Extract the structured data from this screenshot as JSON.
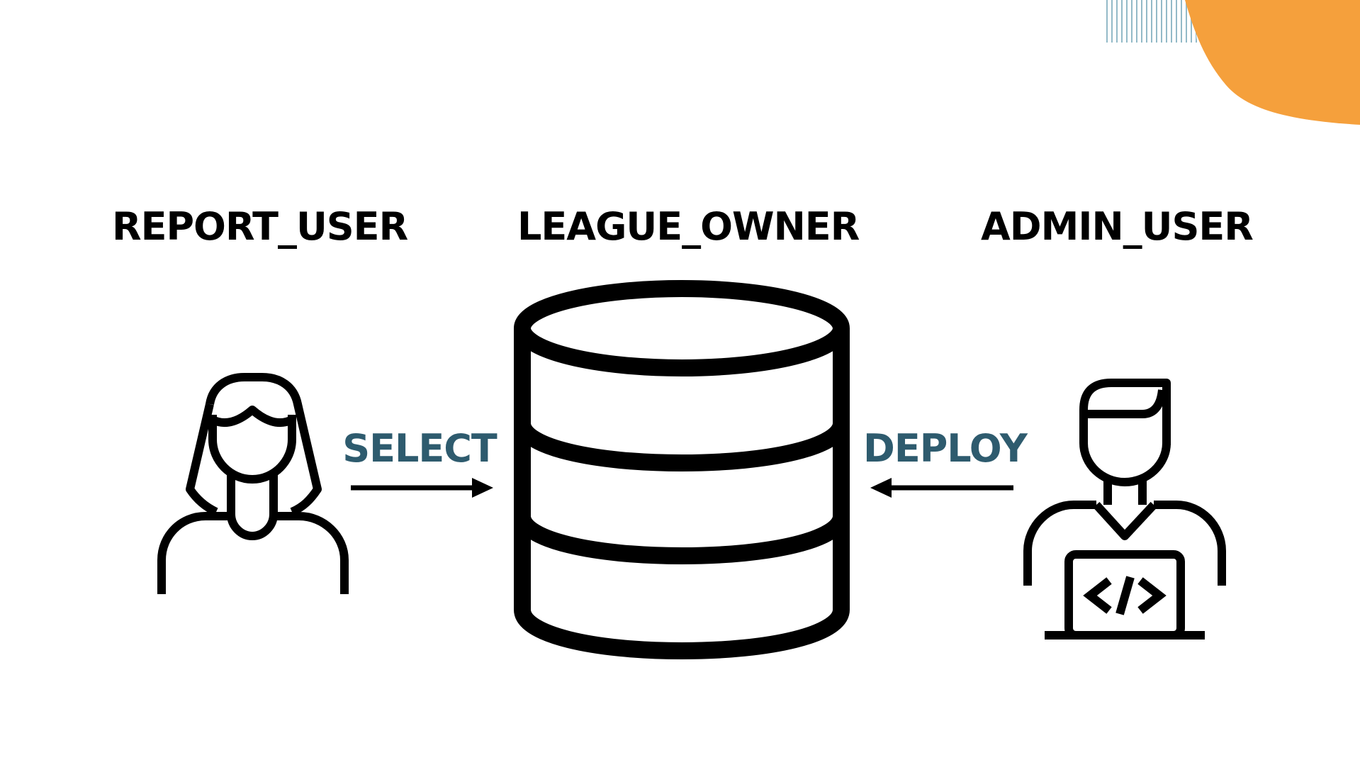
{
  "diagram": {
    "actors": {
      "report_user": {
        "label": "REPORT_USER",
        "icon": "female-user-icon"
      },
      "league_owner": {
        "label": "LEAGUE_OWNER",
        "icon": "database-icon"
      },
      "admin_user": {
        "label": "ADMIN_USER",
        "icon": "developer-laptop-icon"
      }
    },
    "actions": {
      "select": {
        "label": "SELECT",
        "direction": "report_user-to-league_owner"
      },
      "deploy": {
        "label": "DEPLOY",
        "direction": "admin_user-to-league_owner"
      }
    }
  },
  "colors": {
    "text": "#000000",
    "action_text": "#2e5b6e",
    "icon_stroke": "#000000",
    "accent_orange": "#f5a03c",
    "accent_teal_lines": "#6fa3b5",
    "background": "#ffffff"
  }
}
